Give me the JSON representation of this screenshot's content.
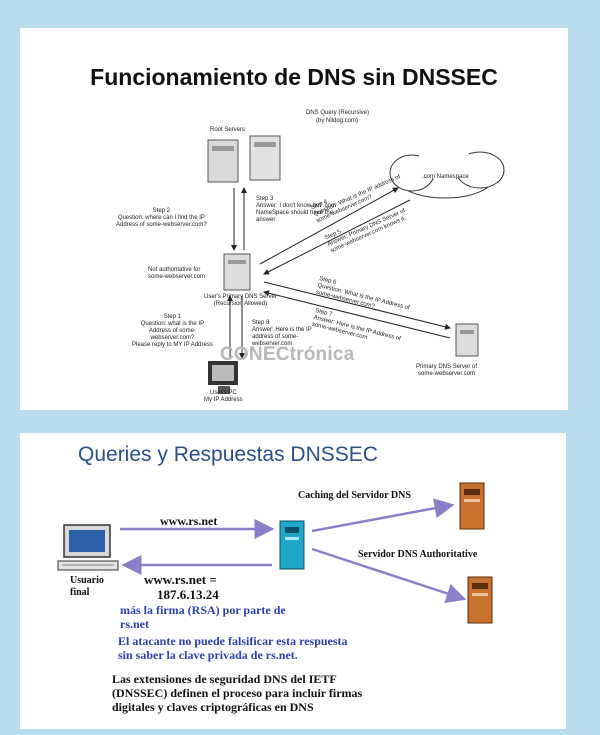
{
  "top": {
    "title": "Funcionamiento de DNS sin DNSSEC",
    "query_label": "DNS Query (Recursive)",
    "query_sub": "(by Nildog.com)",
    "root_servers": "Root Servers",
    "com_namespace": ".com Namespace",
    "step2": "Step 2\nQuestion: where can I find the IP\nAddress of some-webserver.com?",
    "step3": "Step 3\nAnswer: I don't know but .com\nNameSpace should have the\nanswer",
    "step4": "Step 4\nQuestion: What is the IP address of\nsome-webserver.com?",
    "step5": "Step 5\nAnswer: Primary DNS Server of\nsome-webserver.com knows it.",
    "not_auth": "Not authoritative for\nsome-webserver.com",
    "user_dns": "User's Primary DNS Server\n(Recursion Allowed)",
    "step6": "Step 6\nQuestion: What is the IP Address of\nsome-webserver.com?",
    "step7": "Step 7\nAnswer: Here is the IP Address of\nsome-webserver.com",
    "step1": "Step 1\nQuestion: what is the IP\nAddress of some-\nwebserver.com?\nPlease reply to MY IP Address",
    "step8": "Step 8\nAnswer: Here is the IP\naddress of some-\nwebserver.com",
    "user_pc": "User's PC\nMy IP Address",
    "primary_dns": "Primary DNS Server of\nsome-webserver.com",
    "watermark": "CONECtrónica"
  },
  "bottom": {
    "title": "Queries y Respuestas DNSSEC",
    "caching": "Caching del Servidor DNS",
    "request": "www.rs.net",
    "authoritative": "Servidor DNS Authoritative",
    "user": "Usuario\nfinal",
    "answer": "www.rs.net =\n    187.6.13.24",
    "signature": "más la firma (RSA) por parte de\nrs.net",
    "attacker": "El atacante no puede falsificar esta respuesta\nsin saber la clave privada de rs.net.",
    "extensions": "Las extensiones de seguridad DNS del IETF\n(DNSSEC) definen el proceso para incluir firmas\ndigitales y claves criptográficas en DNS"
  },
  "colors": {
    "background": "#b9dcef",
    "title_blue": "#2b4f88",
    "text_blue": "#2c3fb0",
    "arrow_purple": "#8a7fc8",
    "server_orange": "#c9722f",
    "server_teal": "#1fa7c9"
  }
}
